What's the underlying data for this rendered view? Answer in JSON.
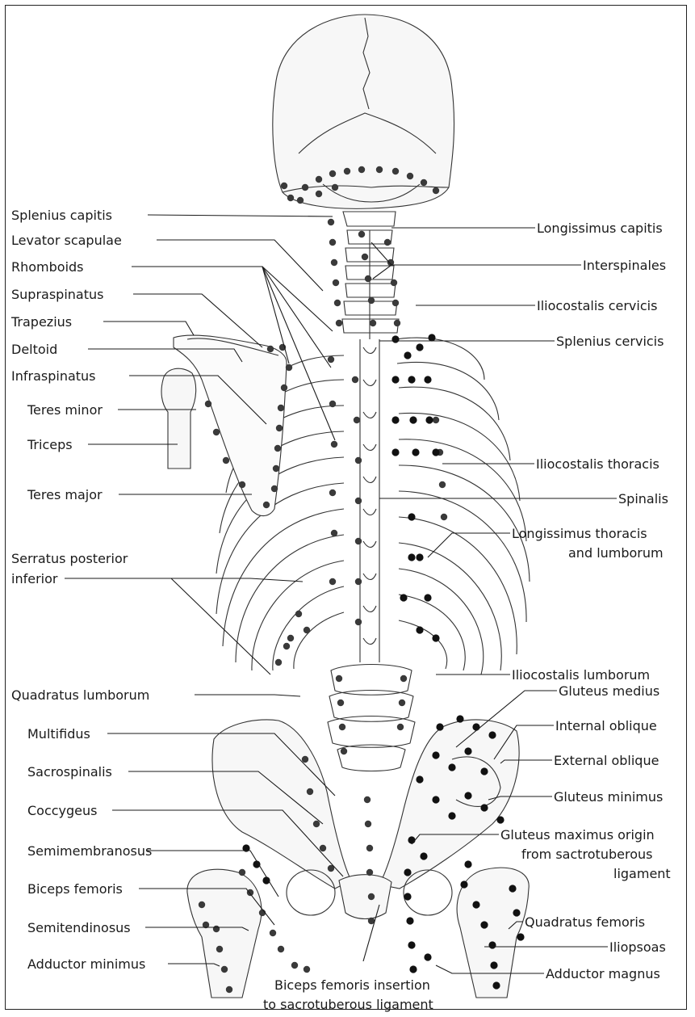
{
  "labels_left": [
    "Splenius capitis",
    "Levator scapulae",
    "Rhomboids",
    "Supraspinatus",
    "Trapezius",
    "Deltoid",
    "Infraspinatus",
    "Teres minor",
    "Triceps",
    "Teres major",
    "Serratus posterior",
    "inferior",
    "Quadratus lumborum",
    "Multifidus",
    "Sacrospinalis",
    "Coccygeus",
    "Semimembranosus",
    "Biceps femoris",
    "Semitendinosus",
    "Adductor minimus"
  ],
  "labels_right": [
    "Longissimus capitis",
    "Interspinales",
    "Iliocostalis cervicis",
    "Splenius cervicis",
    "Iliocostalis thoracis",
    "Spinalis",
    "Longissimus thoracis",
    "and lumborum",
    "Iliocostalis lumborum",
    "Gluteus medius",
    "Internal oblique",
    "External oblique",
    "Gluteus minimus",
    "Gluteus maximus origin",
    "from sactrotuberous",
    "ligament",
    "Quadratus femoris",
    "Iliopsoas",
    "Adductor magnus"
  ],
  "labels_bottom": [
    "Biceps femoris insertion",
    "to sacrotuberous ligament"
  ],
  "colors": {
    "ink": "#1a1a1a",
    "insertion_dot": "#3a3a3a",
    "origin_dot": "#111111"
  }
}
